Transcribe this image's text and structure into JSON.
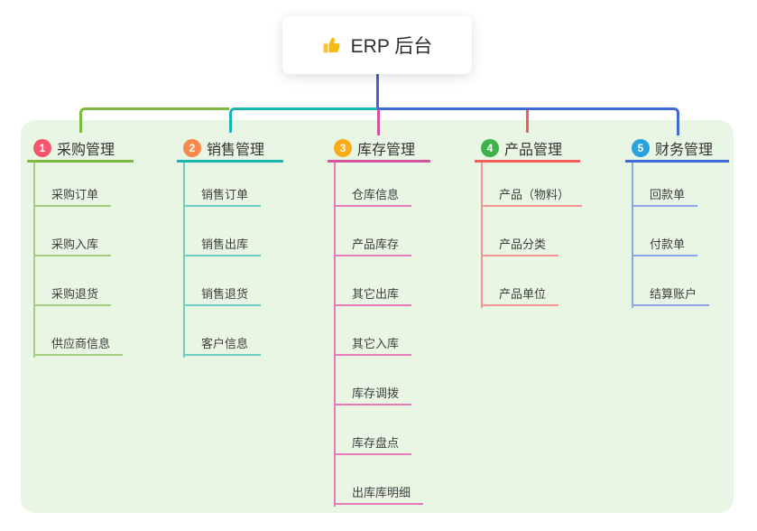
{
  "root": {
    "label": "ERP 后台",
    "icon": "thumbs-up-icon"
  },
  "theme": {
    "background": "#ffffff",
    "panel_bg": "#e9f6e4",
    "root_stem_color": "#4a5fd3",
    "root_text_color": "#2e2e2e",
    "heading_text_color": "#333333",
    "child_text_color": "#3d3d3d"
  },
  "branches": [
    {
      "number": "1",
      "label": "采购管理",
      "badge_color": "#f4566e",
      "line_color": "#7cb93e",
      "child_line_color": "#a5cd7f",
      "children": [
        "采购订单",
        "采购入库",
        "采购退货",
        "供应商信息"
      ]
    },
    {
      "number": "2",
      "label": "销售管理",
      "badge_color": "#f6894d",
      "line_color": "#18b6b0",
      "child_line_color": "#6fcbc6",
      "children": [
        "销售订单",
        "销售出库",
        "销售退货",
        "客户信息"
      ]
    },
    {
      "number": "3",
      "label": "库存管理",
      "badge_color": "#f9ac18",
      "line_color": "#d0549e",
      "child_line_color": "#e77ab8",
      "children": [
        "仓库信息",
        "产品库存",
        "其它出库",
        "其它入库",
        "库存调拨",
        "库存盘点",
        "出库库明细"
      ]
    },
    {
      "number": "4",
      "label": "产品管理",
      "badge_color": "#3cb44b",
      "line_color": "#f25c5c",
      "child_line_color": "#f59393",
      "children": [
        "产品（物料）",
        "产品分类",
        "产品单位"
      ]
    },
    {
      "number": "5",
      "label": "财务管理",
      "badge_color": "#28a3e0",
      "line_color": "#4168d8",
      "child_line_color": "#8ba7e8",
      "children": [
        "回款单",
        "付款单",
        "结算账户"
      ]
    }
  ]
}
